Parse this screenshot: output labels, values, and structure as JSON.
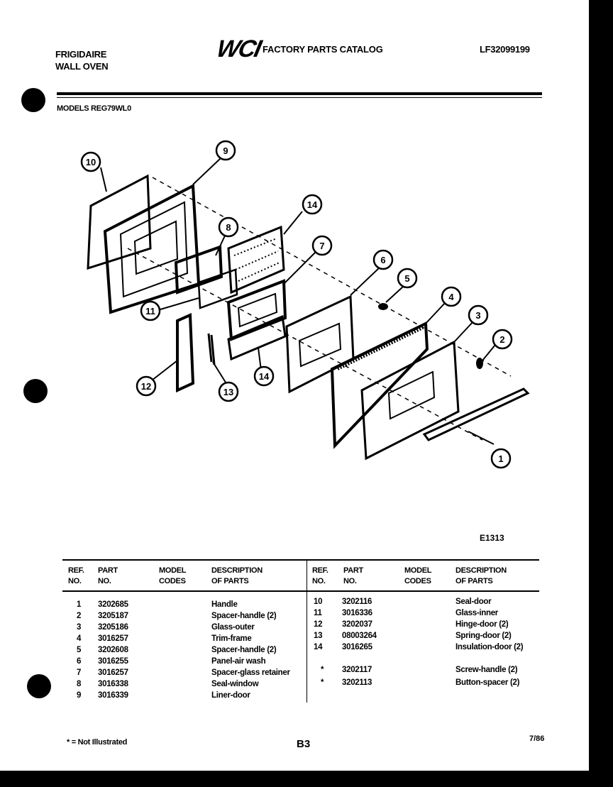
{
  "header": {
    "brand_line1": "FRIGIDAIRE",
    "brand_line2": "WALL OVEN",
    "logo": "WCI",
    "catalog_title": "FACTORY PARTS CATALOG",
    "catalog_number": "LF32099199",
    "models_label": "MODELS REG79WL0"
  },
  "diagram": {
    "figure_code": "E1313",
    "callouts": [
      "1",
      "2",
      "3",
      "4",
      "5",
      "6",
      "7",
      "8",
      "9",
      "10",
      "11",
      "12",
      "13",
      "14",
      "14"
    ]
  },
  "table": {
    "headers": {
      "ref": "REF.\nNO.",
      "part": "PART\nNO.",
      "model": "MODEL\nCODES",
      "desc": "DESCRIPTION\nOF PARTS"
    },
    "left_rows": [
      {
        "ref": "1",
        "part": "3202685",
        "desc": "Handle"
      },
      {
        "ref": "2",
        "part": "3205187",
        "desc": "Spacer-handle (2)"
      },
      {
        "ref": "3",
        "part": "3205186",
        "desc": "Glass-outer"
      },
      {
        "ref": "4",
        "part": "3016257",
        "desc": "Trim-frame"
      },
      {
        "ref": "5",
        "part": "3202608",
        "desc": "Spacer-handle (2)"
      },
      {
        "ref": "6",
        "part": "3016255",
        "desc": "Panel-air wash"
      },
      {
        "ref": "7",
        "part": "3016257",
        "desc": "Spacer-glass retainer"
      },
      {
        "ref": "8",
        "part": "3016338",
        "desc": "Seal-window"
      },
      {
        "ref": "9",
        "part": "3016339",
        "desc": "Liner-door"
      }
    ],
    "right_rows": [
      {
        "ref": "10",
        "part": "3202116",
        "desc": "Seal-door"
      },
      {
        "ref": "11",
        "part": "3016336",
        "desc": "Glass-inner"
      },
      {
        "ref": "12",
        "part": "3202037",
        "desc": "Hinge-door (2)"
      },
      {
        "ref": "13",
        "part": "08003264",
        "desc": "Spring-door (2)"
      },
      {
        "ref": "14",
        "part": "3016265",
        "desc": "Insulation-door (2)"
      },
      {
        "ref": "*",
        "part": "3202117",
        "desc": "Screw-handle (2)"
      },
      {
        "ref": "*",
        "part": "3202113",
        "desc": "Button-spacer (2)"
      }
    ]
  },
  "footer": {
    "note": "* = Not Illustrated",
    "page": "B3",
    "date": "7/86"
  }
}
